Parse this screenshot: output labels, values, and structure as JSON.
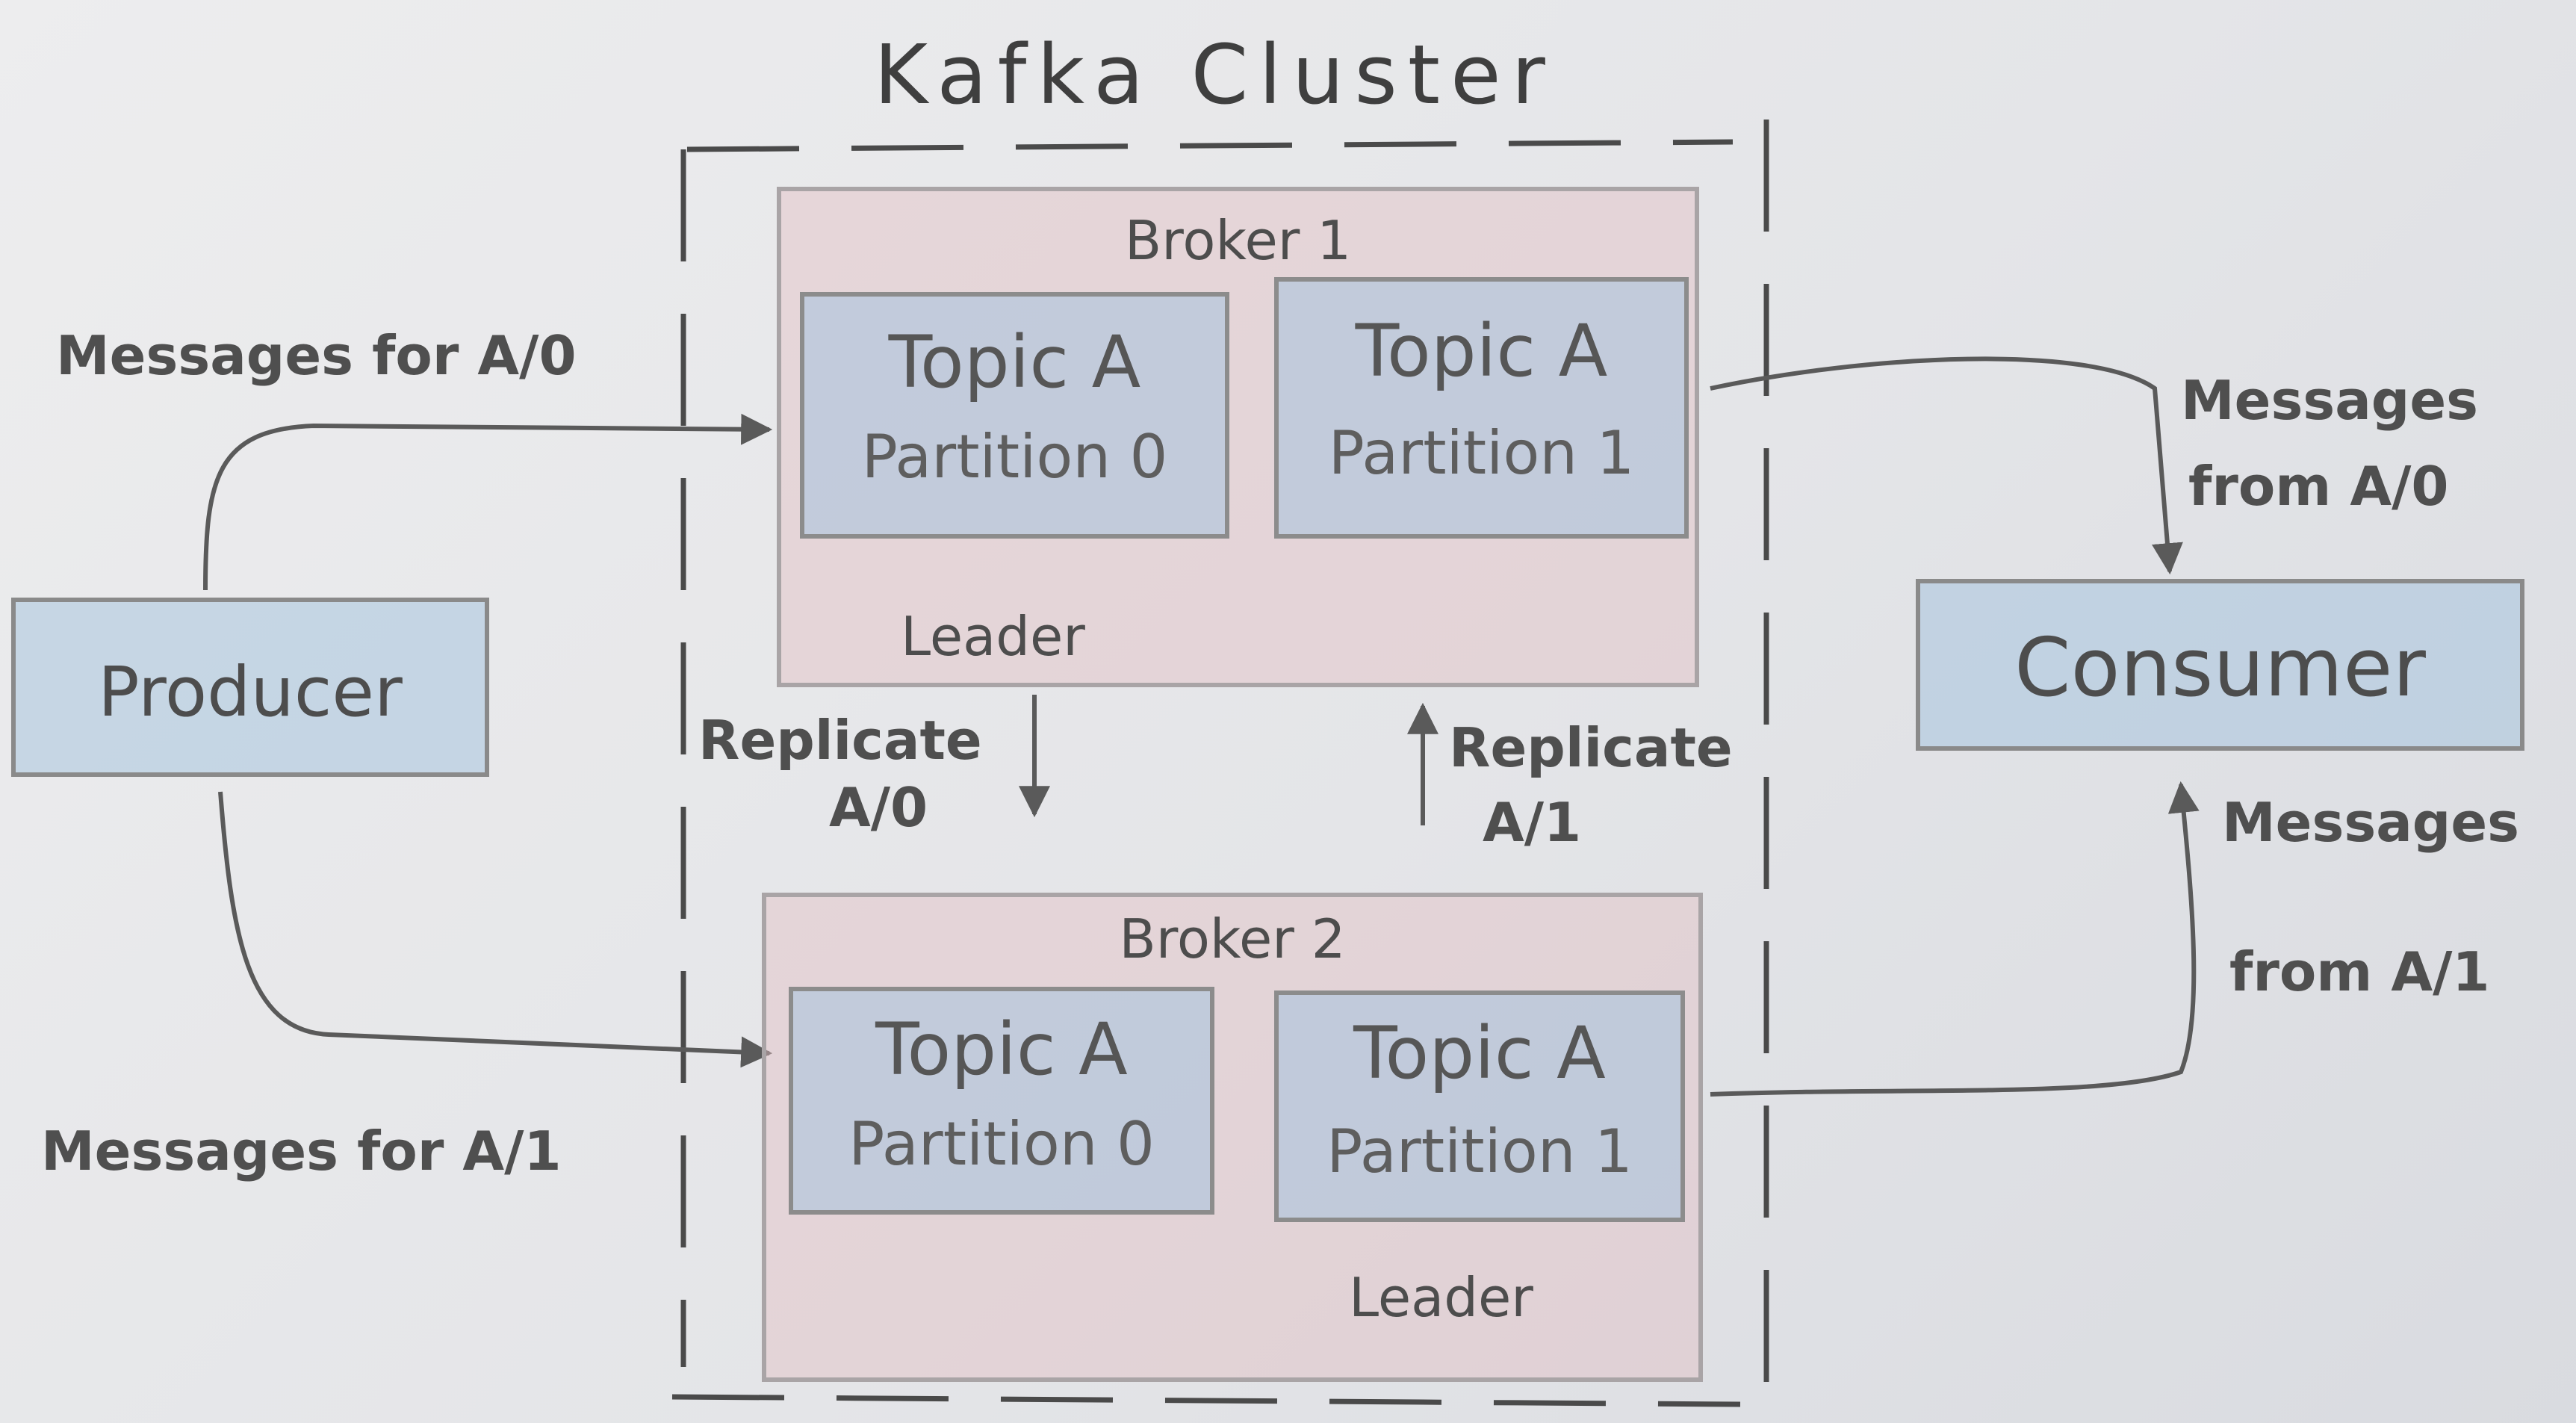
{
  "title": "Kafka Cluster",
  "producer": {
    "label": "Producer"
  },
  "consumer": {
    "label": "Consumer"
  },
  "broker1": {
    "label": "Broker 1",
    "leader_label": "Leader",
    "partitions": [
      {
        "topic": "Topic A",
        "partition": "Partition 0"
      },
      {
        "topic": "Topic A",
        "partition": "Partition 1"
      }
    ]
  },
  "broker2": {
    "label": "Broker 2",
    "leader_label": "Leader",
    "partitions": [
      {
        "topic": "Topic A",
        "partition": "Partition 0"
      },
      {
        "topic": "Topic A",
        "partition": "Partition 1"
      }
    ]
  },
  "flows": {
    "msg_for_a0": "Messages for A/0",
    "msg_for_a1": "Messages for A/1",
    "msg_from_a0_line1": "Messages",
    "msg_from_a0_line2": "from A/0",
    "msg_from_a1_line1": "Messages",
    "msg_from_a1_line2": "from A/1",
    "replicate_a0_line1": "Replicate",
    "replicate_a0_line2": "A/0",
    "replicate_a1_line1": "Replicate",
    "replicate_a1_line2": "A/1"
  },
  "colors": {
    "pencil": "#5a5a5a",
    "blue_fill": "#a8c4de",
    "red_fill": "#e2bec4",
    "paper": "#e6e6e8"
  }
}
